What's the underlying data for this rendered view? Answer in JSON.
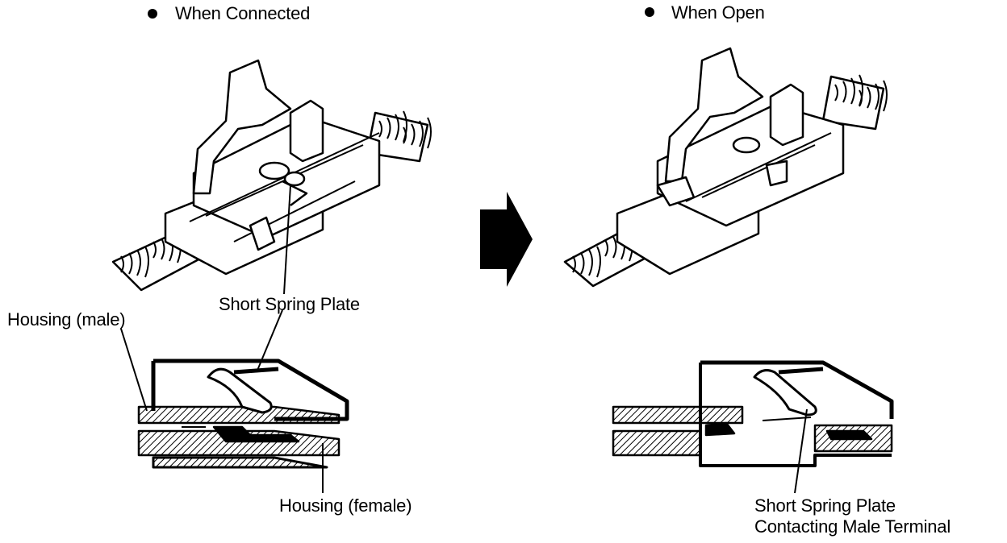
{
  "left_panel": {
    "heading": "When Connected",
    "label_spring": "Short Spring Plate",
    "label_male": "Housing (male)",
    "label_female": "Housing (female)"
  },
  "right_panel": {
    "heading": "When Open",
    "label_contact_line1": "Short Spring Plate",
    "label_contact_line2": "Contacting Male Terminal"
  },
  "arrow": {
    "direction": "right",
    "color": "#000000"
  }
}
